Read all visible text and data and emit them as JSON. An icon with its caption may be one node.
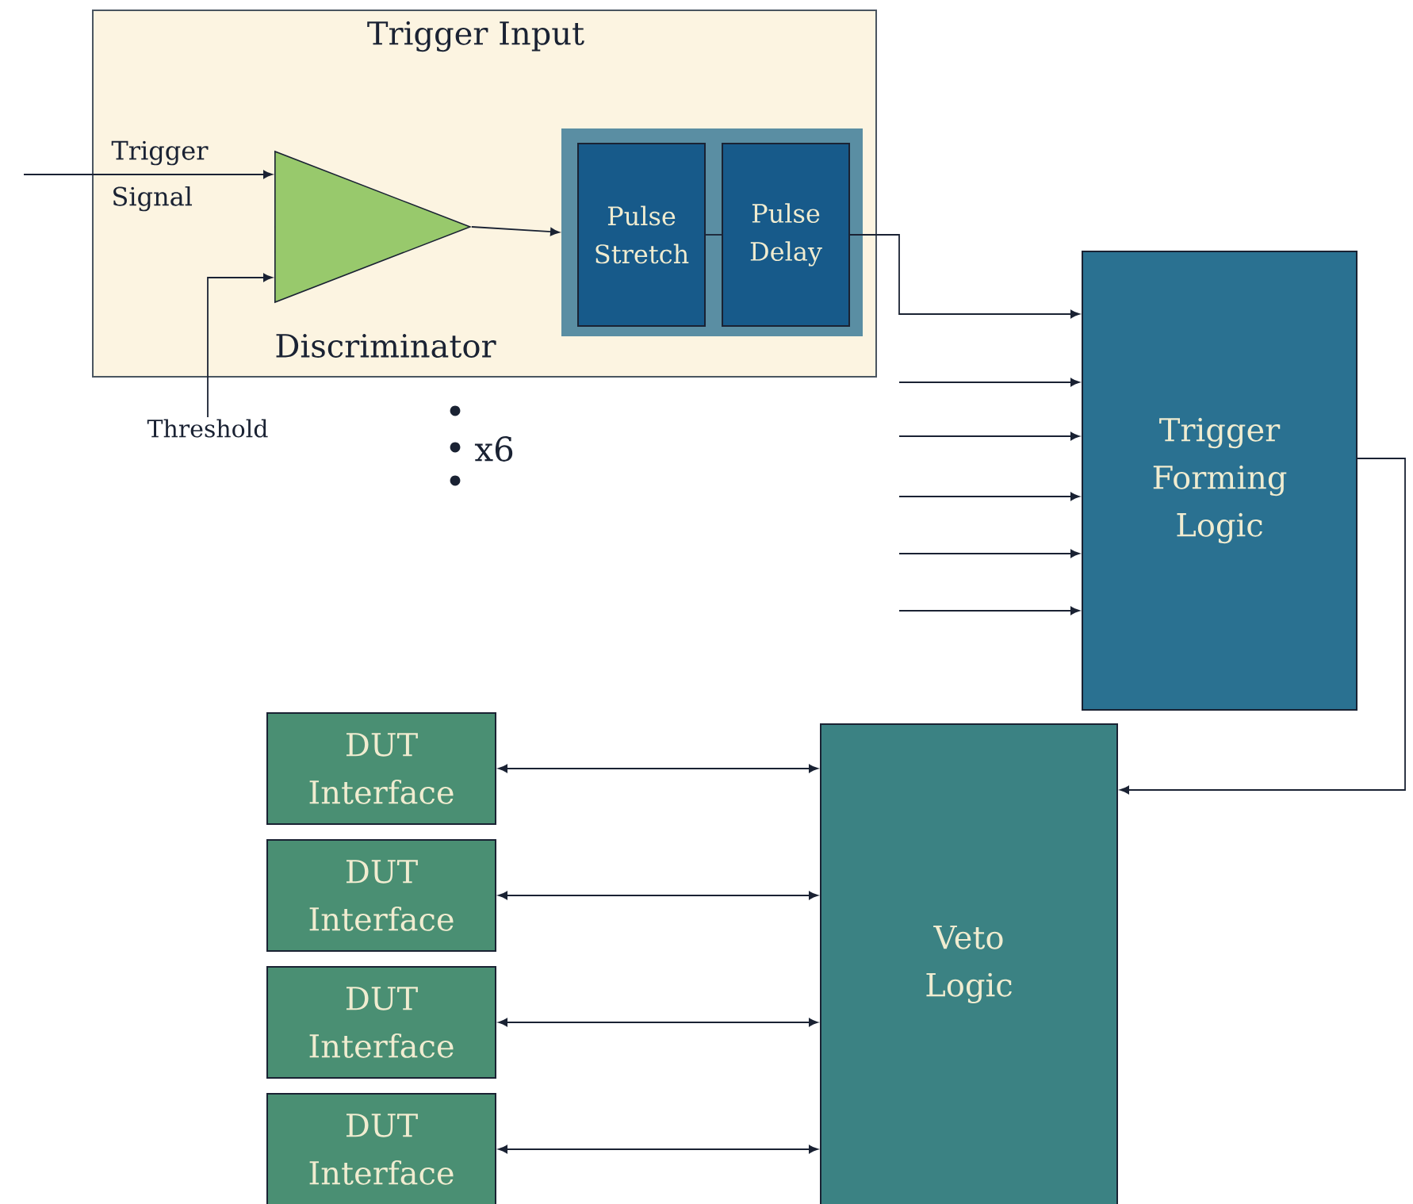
{
  "diagram": {
    "nodes": [
      {
        "text": [
          "Trigger Input"
        ]
      },
      {
        "text": [
          "Discriminator"
        ],
        "in": 0
      },
      {
        "text": [],
        "shape": "box",
        "in": 0
      },
      {
        "text": [
          "Pulse Stretch"
        ],
        "in": 2
      },
      {
        "text": [
          "Pulse Delay"
        ],
        "in": 2
      },
      {
        "text": [
          "Threshold"
        ]
      },
      {
        "text": [
          "Trigger Forming Logic"
        ]
      },
      {
        "text": [
          "Veto Logic"
        ]
      },
      {
        "text": [
          "DUT Interface"
        ]
      },
      {
        "text": [
          "DUT Interface"
        ]
      },
      {
        "text": [
          "DUT Interface"
        ]
      },
      {
        "text": [
          "DUT Interface"
        ]
      }
    ],
    "edges": [
      {
        "from": null,
        "to": 1,
        "arrow": "to",
        "label": "Trigger Signal"
      },
      {
        "from": 5,
        "to": 1,
        "arrow": "to"
      },
      {
        "from": 1,
        "to": 2,
        "arrow": "to"
      },
      {
        "from": 3,
        "to": 4,
        "arrow": "none"
      },
      {
        "from": 4,
        "to": 6,
        "arrow": "to"
      },
      {
        "from": null,
        "to": 6,
        "arrow": "to"
      },
      {
        "from": null,
        "to": 6,
        "arrow": "to"
      },
      {
        "from": null,
        "to": 6,
        "arrow": "to"
      },
      {
        "from": null,
        "to": 6,
        "arrow": "to"
      },
      {
        "from": null,
        "to": 6,
        "arrow": "to"
      },
      {
        "from": 6,
        "to": 7,
        "arrow": "to"
      },
      {
        "from": 8,
        "to": 7,
        "arrow": "both"
      },
      {
        "from": 9,
        "to": 7,
        "arrow": "both"
      },
      {
        "from": 10,
        "to": 7,
        "arrow": "both"
      },
      {
        "from": 11,
        "to": 7,
        "arrow": "both"
      }
    ],
    "labels": [
      "x6"
    ]
  }
}
